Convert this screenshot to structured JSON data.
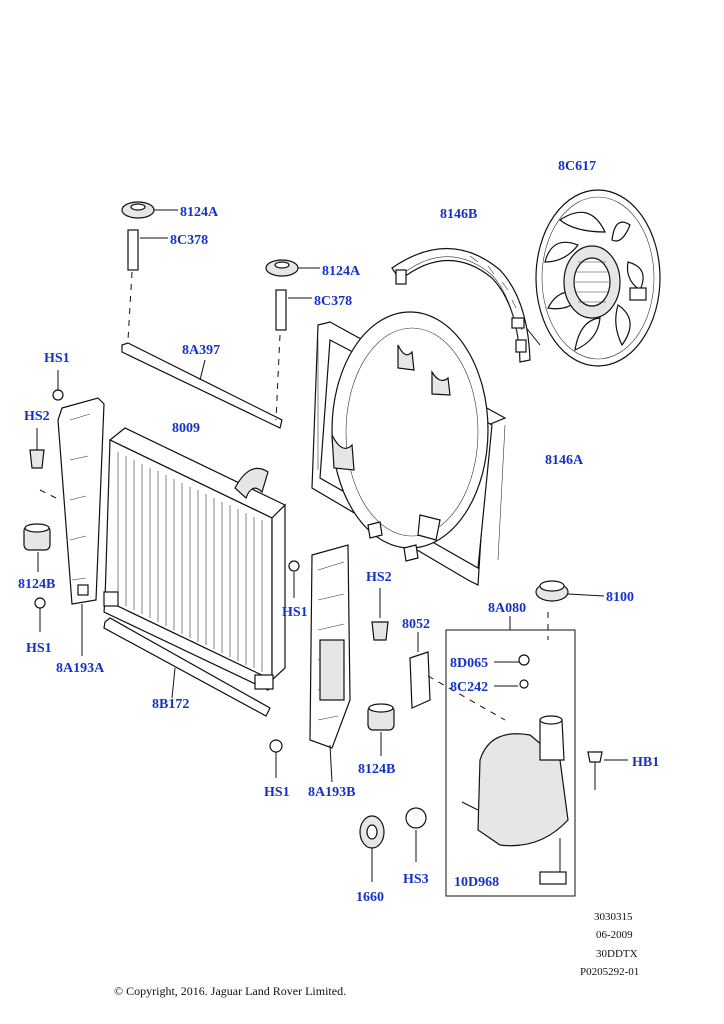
{
  "diagram": {
    "labels": {
      "l8c617": "8C617",
      "l8146b": "8146B",
      "l8124a_1": "8124A",
      "l8c378_1": "8C378",
      "l8124a_2": "8124A",
      "l8c378_2": "8C378",
      "l8a397": "8A397",
      "lhs1_a": "HS1",
      "lhs2_a": "HS2",
      "l8009": "8009",
      "l8146a": "8146A",
      "l8124b_1": "8124B",
      "lhs1_b": "HS1",
      "l8a193a": "8A193A",
      "lhs1_c": "HS1",
      "lhs2_b": "HS2",
      "l8a080": "8A080",
      "l8100": "8100",
      "l8052": "8052",
      "l8d065": "8D065",
      "l8c242": "8C242",
      "l8b172": "8B172",
      "l8124b_2": "8124B",
      "lhb1": "HB1",
      "lhs1_d": "HS1",
      "l8a193b": "8A193B",
      "lhs3": "HS3",
      "l10d968": "10D968",
      "l1660": "1660"
    },
    "meta": {
      "line1": "3030315",
      "line2": "06-2009",
      "line3": "30DDTX",
      "line4": "P0205292-01"
    },
    "copyright": "© Copyright, 2016. Jaguar Land Rover Limited."
  }
}
